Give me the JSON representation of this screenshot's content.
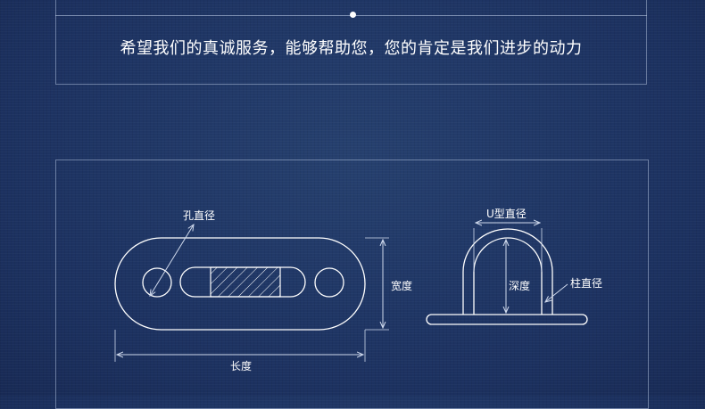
{
  "header": {
    "tagline": "希望我们的真诚服务，能够帮助您，您的肯定是我们进步的动力"
  },
  "diagram": {
    "labels": {
      "hole_diameter": "孔直径",
      "width": "宽度",
      "length": "长度",
      "u_diameter": "U型直径",
      "depth": "深度",
      "post_diameter": "柱直径"
    }
  }
}
